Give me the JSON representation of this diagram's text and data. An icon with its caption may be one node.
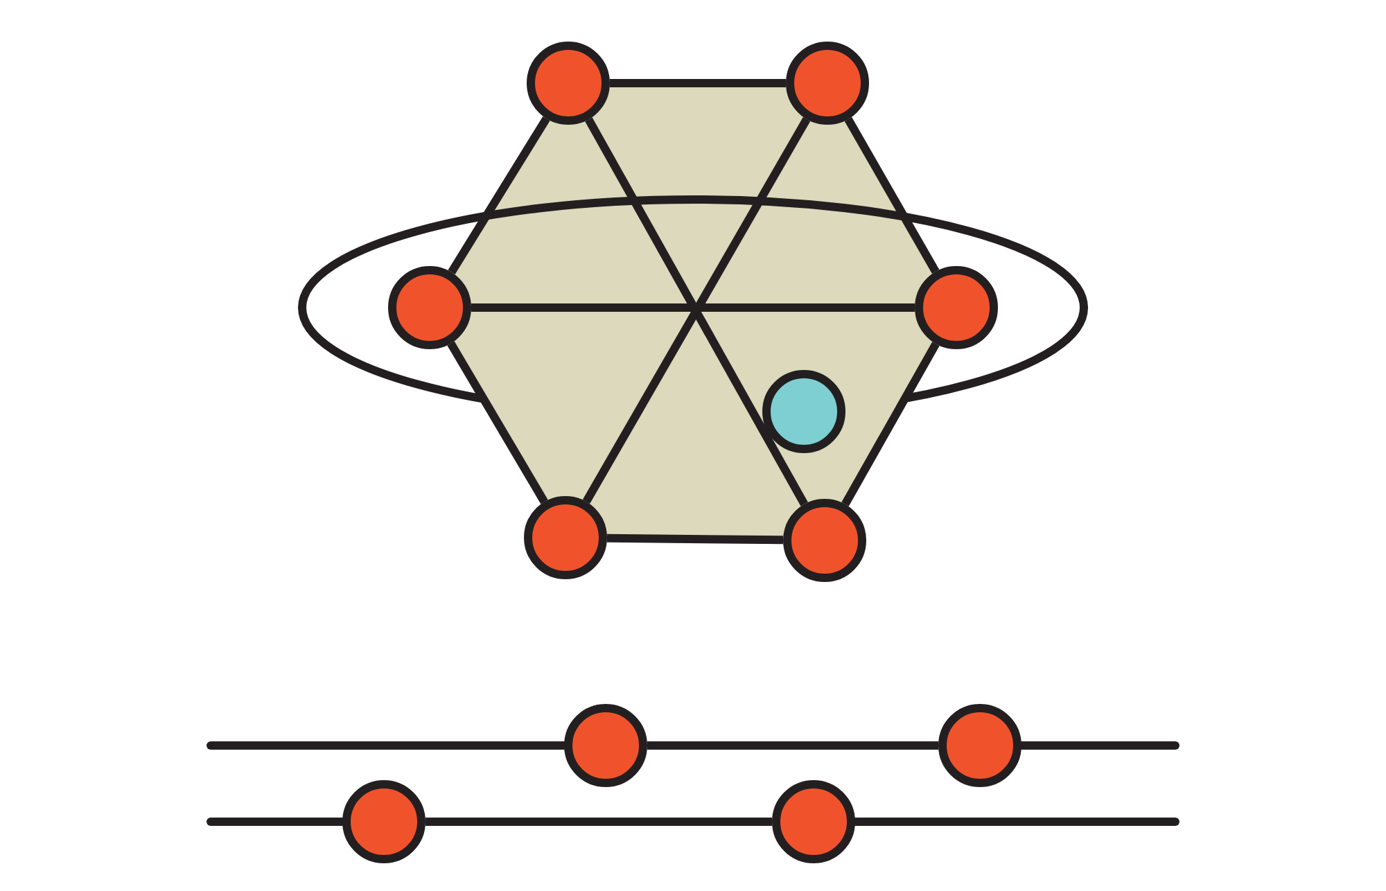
{
  "diagram": {
    "nodes": [
      {
        "text": [],
        "shape": "circle"
      },
      {
        "text": [],
        "shape": "circle"
      },
      {
        "text": [],
        "shape": "circle"
      },
      {
        "text": [],
        "shape": "circle"
      },
      {
        "text": [],
        "shape": "circle"
      },
      {
        "text": [],
        "shape": "circle"
      },
      {
        "text": [],
        "shape": "circle"
      },
      {
        "text": [],
        "shape": "circle"
      },
      {
        "text": [],
        "shape": "circle"
      },
      {
        "text": [],
        "shape": "circle"
      },
      {
        "text": [],
        "shape": "circle"
      }
    ],
    "edges": [
      {
        "from": 0,
        "to": 1,
        "arrow": "none"
      },
      {
        "from": 0,
        "to": 2,
        "arrow": "none"
      },
      {
        "from": 1,
        "to": 3,
        "arrow": "none"
      },
      {
        "from": 2,
        "to": 4,
        "arrow": "none"
      },
      {
        "from": 3,
        "to": 5,
        "arrow": "none"
      },
      {
        "from": 4,
        "to": 5,
        "arrow": "none"
      },
      {
        "from": 0,
        "to": 5,
        "arrow": "none"
      },
      {
        "from": 1,
        "to": 4,
        "arrow": "none"
      },
      {
        "from": 2,
        "to": 3,
        "arrow": "none"
      },
      {
        "from": 7,
        "to": 8,
        "arrow": "none"
      },
      {
        "from": 9,
        "to": 10,
        "arrow": "none"
      }
    ]
  }
}
